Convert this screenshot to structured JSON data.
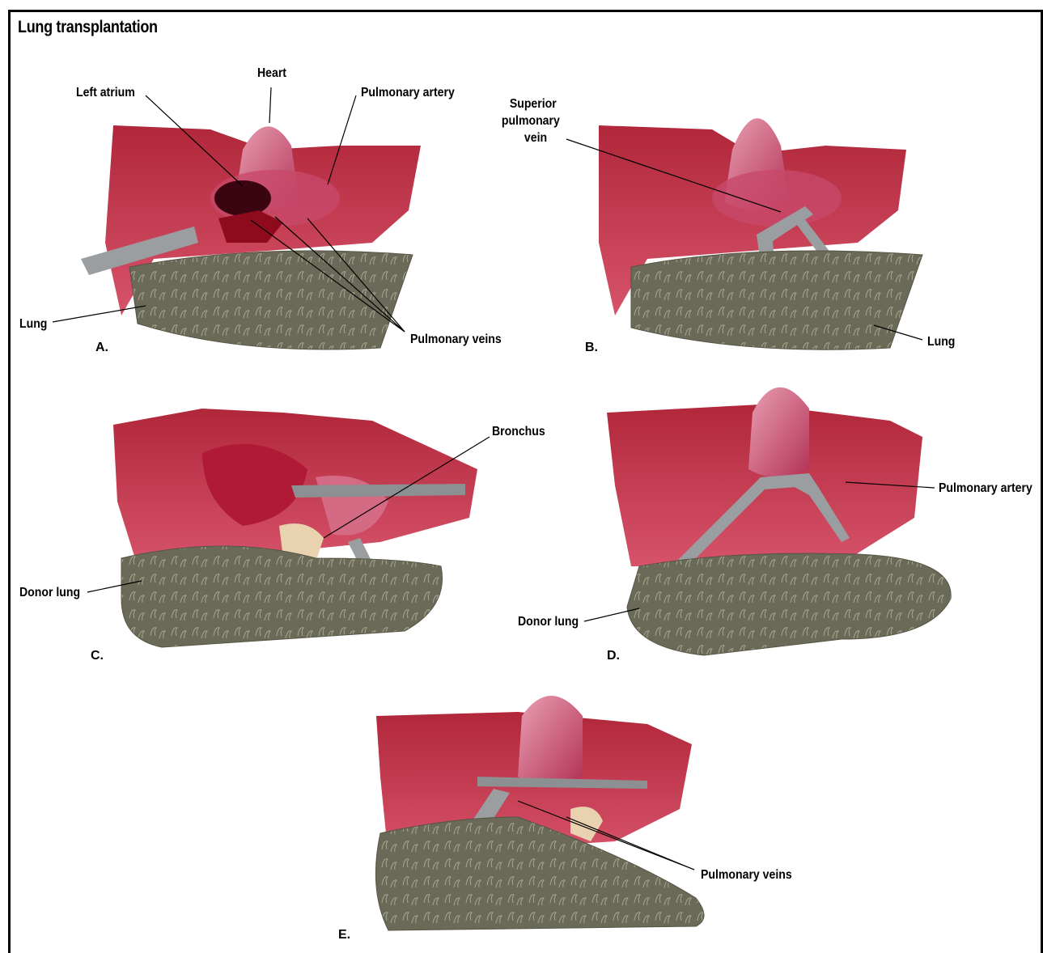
{
  "title": "Lung transplantation",
  "panels": {
    "a": {
      "letter": "A.",
      "labels": {
        "heart": "Heart",
        "left_atrium": "Left atrium",
        "pulmonary_artery": "Pulmonary artery",
        "lung": "Lung",
        "pulmonary_veins": "Pulmonary veins"
      }
    },
    "b": {
      "letter": "B.",
      "labels": {
        "superior_pulmonary_vein_line1": "Superior",
        "superior_pulmonary_vein_line2": "pulmonary",
        "superior_pulmonary_vein_line3": "vein",
        "lung": "Lung"
      }
    },
    "c": {
      "letter": "C.",
      "labels": {
        "bronchus": "Bronchus",
        "donor_lung": "Donor lung"
      }
    },
    "d": {
      "letter": "D.",
      "labels": {
        "pulmonary_artery": "Pulmonary artery",
        "donor_lung": "Donor lung"
      }
    },
    "e": {
      "letter": "E.",
      "labels": {
        "pulmonary_veins": "Pulmonary veins"
      }
    }
  },
  "colors": {
    "tissue_red": "#b5142a",
    "tissue_pink": "#d9607a",
    "heart_pink": "#c8486a",
    "lung_gray": "#6b6a58",
    "clamp_gray": "#9a9ea0"
  }
}
